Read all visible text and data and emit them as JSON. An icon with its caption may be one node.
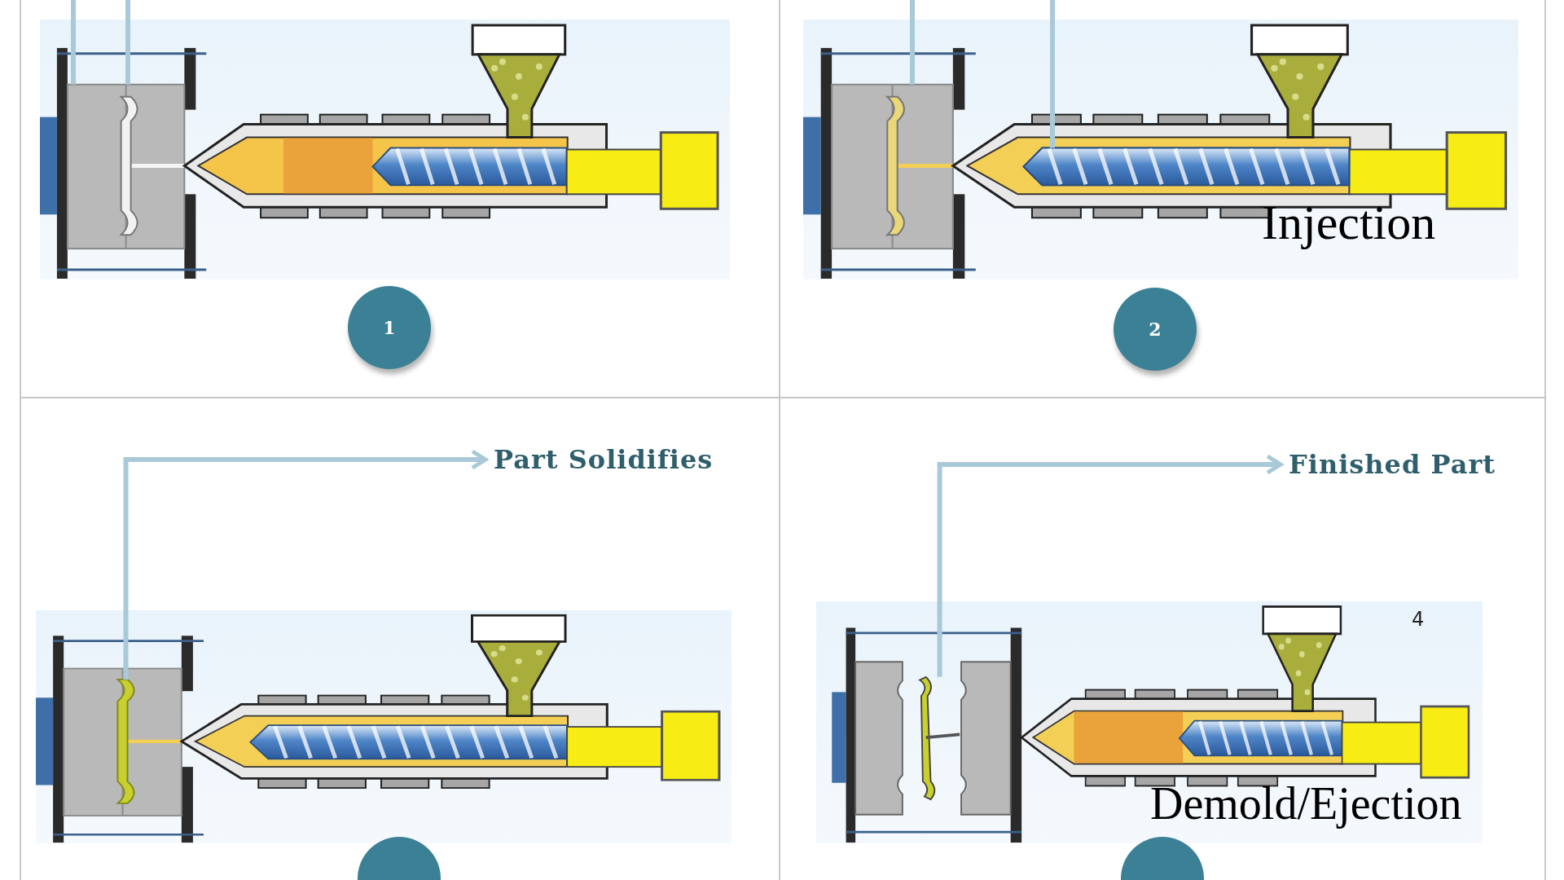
{
  "diagram": {
    "nodes": [
      {
        "text": [],
        "shape": "box"
      },
      {
        "text": [
          "1"
        ]
      },
      {
        "text": [],
        "shape": "box"
      },
      {
        "text": [],
        "shape": "bar"
      },
      {
        "text": [
          "2"
        ]
      },
      {
        "text": [
          "Part Solidifies"
        ]
      },
      {
        "text": [],
        "shape": "picture"
      },
      {
        "text": [],
        "shape": "circle"
      },
      {
        "text": [
          "Finished Part"
        ]
      },
      {
        "text": [],
        "shape": "picture"
      },
      {
        "text": [],
        "shape": "circle"
      }
    ],
    "edges": [
      {
        "from": null,
        "to": 0,
        "arrow": "none"
      },
      {
        "from": null,
        "to": 0,
        "arrow": "none"
      },
      {
        "from": null,
        "to": 2,
        "arrow": "none"
      },
      {
        "from": null,
        "to": 3,
        "arrow": "none"
      },
      {
        "from": 6,
        "to": 5,
        "arrow": "to"
      },
      {
        "from": 9,
        "to": 8,
        "arrow": "to"
      }
    ],
    "labels": [
      "Injection",
      "4",
      "Demold/Ejection"
    ]
  }
}
